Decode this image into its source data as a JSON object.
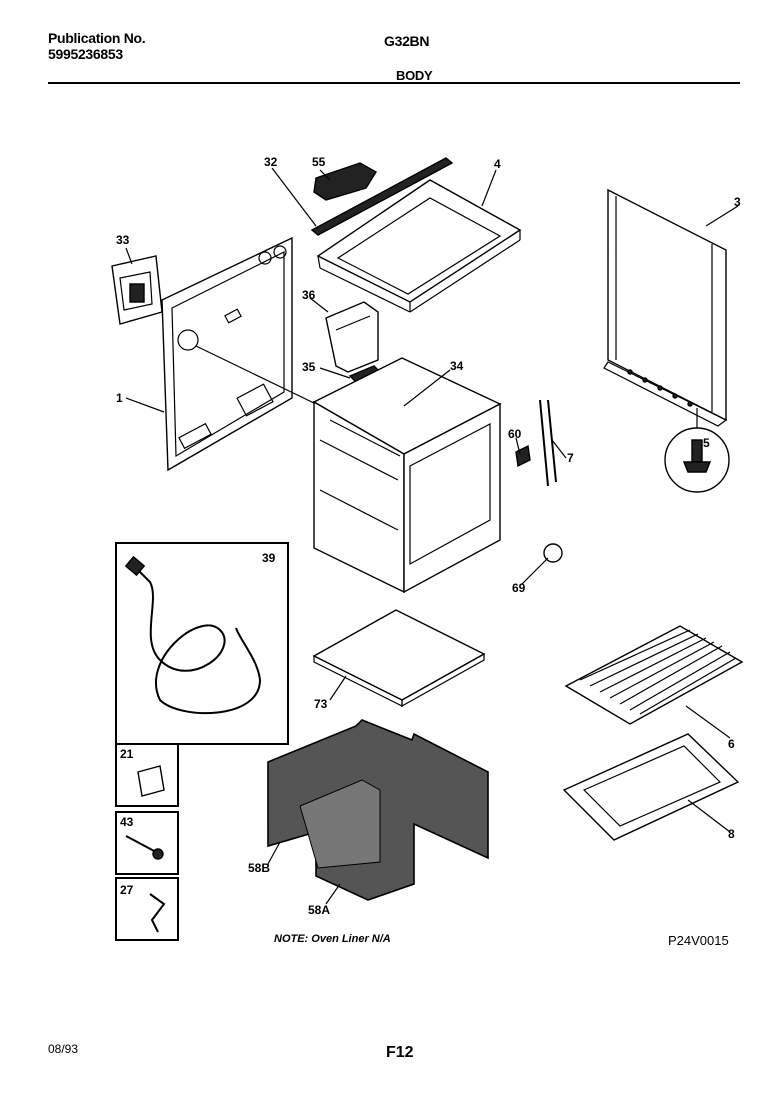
{
  "header": {
    "publication_label": "Publication No.",
    "publication_number": "5995236853",
    "model": "G32BN",
    "section": "BODY"
  },
  "callouts": [
    "32",
    "55",
    "4",
    "3",
    "33",
    "36",
    "35",
    "34",
    "1",
    "60",
    "7",
    "5",
    "39",
    "69",
    "73",
    "6",
    "21",
    "43",
    "58B",
    "27",
    "58A",
    "8"
  ],
  "note": "NOTE: Oven Liner N/A",
  "diagram_code": "P24V0015",
  "footer": {
    "date": "08/93",
    "page": "F12"
  }
}
